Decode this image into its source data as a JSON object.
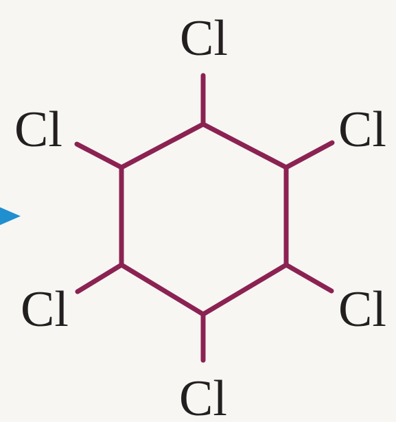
{
  "molecule": {
    "atoms": {
      "top": "Cl",
      "upper_left": "Cl",
      "upper_right": "Cl",
      "lower_left": "Cl",
      "lower_right": "Cl",
      "bottom": "Cl"
    }
  },
  "colors": {
    "background": "#f7f6f2",
    "bond": "#8b2252",
    "label": "#231f20",
    "arrow": "#1f8fd0"
  }
}
